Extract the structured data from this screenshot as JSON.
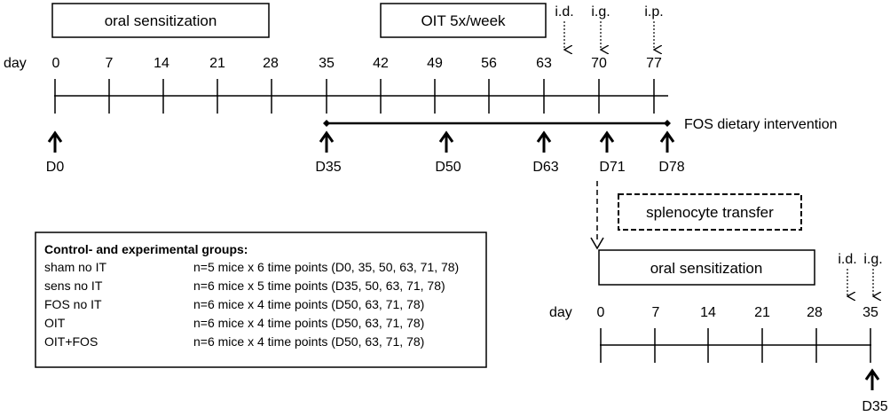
{
  "timeline1": {
    "day_label": "day",
    "days": [
      "0",
      "7",
      "14",
      "21",
      "28",
      "35",
      "42",
      "49",
      "56",
      "63",
      "70",
      "77"
    ],
    "phase_boxes": [
      "oral sensitization",
      "OIT 5x/week"
    ],
    "challenges": [
      "i.d.",
      "i.g.",
      "i.p."
    ],
    "intervention_label": "FOS dietary intervention",
    "sampling_points": [
      "D0",
      "D35",
      "D50",
      "D63",
      "D71",
      "D78"
    ]
  },
  "transfer_label": "splenocyte transfer",
  "timeline2": {
    "day_label": "day",
    "days": [
      "0",
      "7",
      "14",
      "21",
      "28",
      "35"
    ],
    "phase_box": "oral sensitization",
    "challenges": [
      "i.d.",
      "i.g."
    ],
    "sampling_points": [
      "D35"
    ]
  },
  "groups": {
    "title": "Control- and experimental groups:",
    "rows": [
      {
        "name": "sham no IT",
        "detail": "n=5 mice x 6 time points (D0, 35, 50, 63, 71, 78)"
      },
      {
        "name": "sens no IT",
        "detail": "n=6 mice x 5 time points (D35, 50, 63, 71, 78)"
      },
      {
        "name": "FOS no IT",
        "detail": "n=6 mice x 4 time points (D50, 63, 71, 78)"
      },
      {
        "name": "OIT",
        "detail": "n=6 mice x 4 time points (D50, 63, 71, 78)"
      },
      {
        "name": "OIT+FOS",
        "detail": "n=6 mice x 4 time points (D50, 63, 71, 78)"
      }
    ]
  }
}
